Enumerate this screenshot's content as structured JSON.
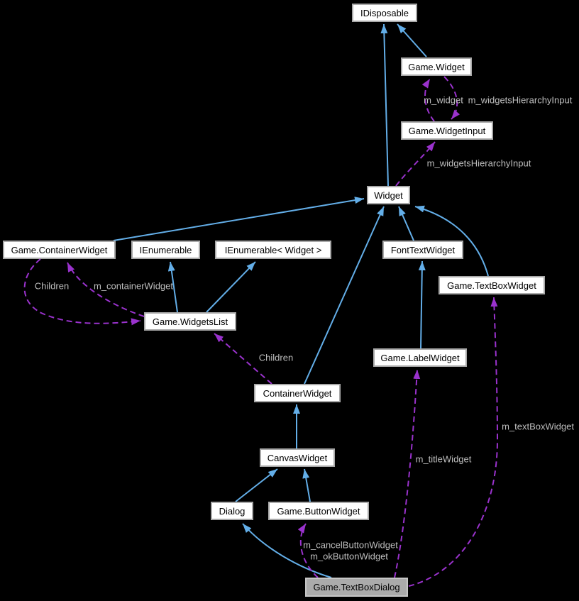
{
  "diagram": {
    "type": "collaboration-graph",
    "colors": {
      "background": "#000000",
      "node_fill": "#ffffff",
      "node_border": "#a9a9a9",
      "node_text": "#000000",
      "highlighted_node_fill": "#ababab",
      "inheritance_edge": "#63aee8",
      "usage_edge": "#9a32cd",
      "edge_label_text": "#bebebe"
    },
    "nodes": [
      {
        "id": "idisposable",
        "label": "IDisposable",
        "highlighted": false
      },
      {
        "id": "game-widget",
        "label": "Game.Widget",
        "highlighted": false
      },
      {
        "id": "game-widgetinput",
        "label": "Game.WidgetInput",
        "highlighted": false
      },
      {
        "id": "widget",
        "label": "Widget",
        "highlighted": false
      },
      {
        "id": "game-containerwidget",
        "label": "Game.ContainerWidget",
        "highlighted": false
      },
      {
        "id": "ienumerable",
        "label": "IEnumerable",
        "highlighted": false
      },
      {
        "id": "ienumerable-widget",
        "label": "IEnumerable< Widget >",
        "highlighted": false
      },
      {
        "id": "fonttextwidget",
        "label": "FontTextWidget",
        "highlighted": false
      },
      {
        "id": "game-textboxwidget",
        "label": "Game.TextBoxWidget",
        "highlighted": false
      },
      {
        "id": "game-widgetslist",
        "label": "Game.WidgetsList",
        "highlighted": false
      },
      {
        "id": "game-labelwidget",
        "label": "Game.LabelWidget",
        "highlighted": false
      },
      {
        "id": "containerwidget",
        "label": "ContainerWidget",
        "highlighted": false
      },
      {
        "id": "canvaswidget",
        "label": "CanvasWidget",
        "highlighted": false
      },
      {
        "id": "dialog",
        "label": "Dialog",
        "highlighted": false
      },
      {
        "id": "game-buttonwidget",
        "label": "Game.ButtonWidget",
        "highlighted": false
      },
      {
        "id": "game-textboxdialog",
        "label": "Game.TextBoxDialog",
        "highlighted": true
      }
    ],
    "edges": [
      {
        "from": "Game.Widget",
        "to": "IDisposable",
        "type": "inheritance",
        "label": ""
      },
      {
        "from": "Widget",
        "to": "IDisposable",
        "type": "inheritance",
        "label": ""
      },
      {
        "from": "Game.WidgetInput",
        "to": "Game.Widget",
        "type": "usage",
        "label": "m_widget"
      },
      {
        "from": "Game.Widget",
        "to": "Game.WidgetInput",
        "type": "usage",
        "label": "m_widgetsHierarchyInput"
      },
      {
        "from": "Widget",
        "to": "Game.WidgetInput",
        "type": "usage",
        "label": "m_widgetsHierarchyInput"
      },
      {
        "from": "Game.ContainerWidget",
        "to": "Widget",
        "type": "inheritance",
        "label": ""
      },
      {
        "from": "FontTextWidget",
        "to": "Widget",
        "type": "inheritance",
        "label": ""
      },
      {
        "from": "Game.TextBoxWidget",
        "to": "Widget",
        "type": "inheritance",
        "label": ""
      },
      {
        "from": "ContainerWidget",
        "to": "Widget",
        "type": "inheritance",
        "label": ""
      },
      {
        "from": "Game.ContainerWidget",
        "to": "Game.WidgetsList",
        "type": "usage",
        "label": "Children"
      },
      {
        "from": "Game.WidgetsList",
        "to": "Game.ContainerWidget",
        "type": "usage",
        "label": "m_containerWidget"
      },
      {
        "from": "Game.WidgetsList",
        "to": "IEnumerable",
        "type": "inheritance",
        "label": ""
      },
      {
        "from": "Game.WidgetsList",
        "to": "IEnumerable< Widget >",
        "type": "inheritance",
        "label": ""
      },
      {
        "from": "ContainerWidget",
        "to": "Game.WidgetsList",
        "type": "usage",
        "label": "Children"
      },
      {
        "from": "Game.LabelWidget",
        "to": "FontTextWidget",
        "type": "inheritance",
        "label": ""
      },
      {
        "from": "CanvasWidget",
        "to": "ContainerWidget",
        "type": "inheritance",
        "label": ""
      },
      {
        "from": "Dialog",
        "to": "CanvasWidget",
        "type": "inheritance",
        "label": ""
      },
      {
        "from": "Game.ButtonWidget",
        "to": "CanvasWidget",
        "type": "inheritance",
        "label": ""
      },
      {
        "from": "Game.TextBoxDialog",
        "to": "Dialog",
        "type": "inheritance",
        "label": ""
      },
      {
        "from": "Game.TextBoxDialog",
        "to": "Game.LabelWidget",
        "type": "usage",
        "label": "m_titleWidget"
      },
      {
        "from": "Game.TextBoxDialog",
        "to": "Game.TextBoxWidget",
        "type": "usage",
        "label": "m_textBoxWidget"
      },
      {
        "from": "Game.TextBoxDialog",
        "to": "Game.ButtonWidget",
        "type": "usage",
        "label": "m_cancelButtonWidget m_okButtonWidget"
      }
    ],
    "edge_labels": [
      {
        "text": "m_widget"
      },
      {
        "text": "m_widgetsHierarchyInput"
      },
      {
        "text": "m_widgetsHierarchyInput"
      },
      {
        "text": "Children"
      },
      {
        "text": "m_containerWidget"
      },
      {
        "text": "Children"
      },
      {
        "text": "m_titleWidget"
      },
      {
        "text": "m_textBoxWidget"
      },
      {
        "text": "m_cancelButtonWidget"
      },
      {
        "text": "m_okButtonWidget"
      }
    ]
  }
}
